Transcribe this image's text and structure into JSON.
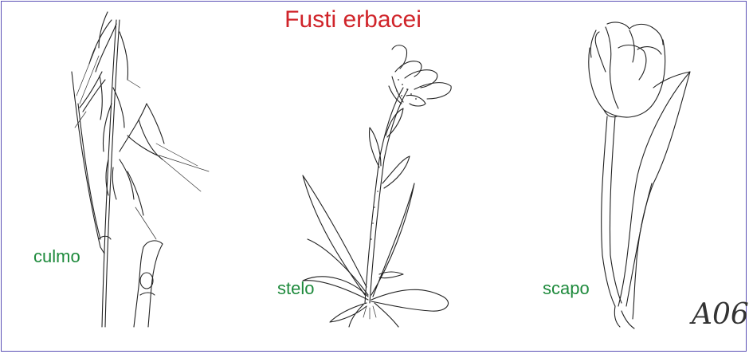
{
  "title": "Fusti erbacei",
  "labels": {
    "culmo": "culmo",
    "stelo": "stelo",
    "scapo": "scapo"
  },
  "signature": "A06",
  "colors": {
    "title": "#d0242a",
    "labels": "#1e8a3c",
    "border": "#5a4fb5",
    "ink": "#222222"
  }
}
